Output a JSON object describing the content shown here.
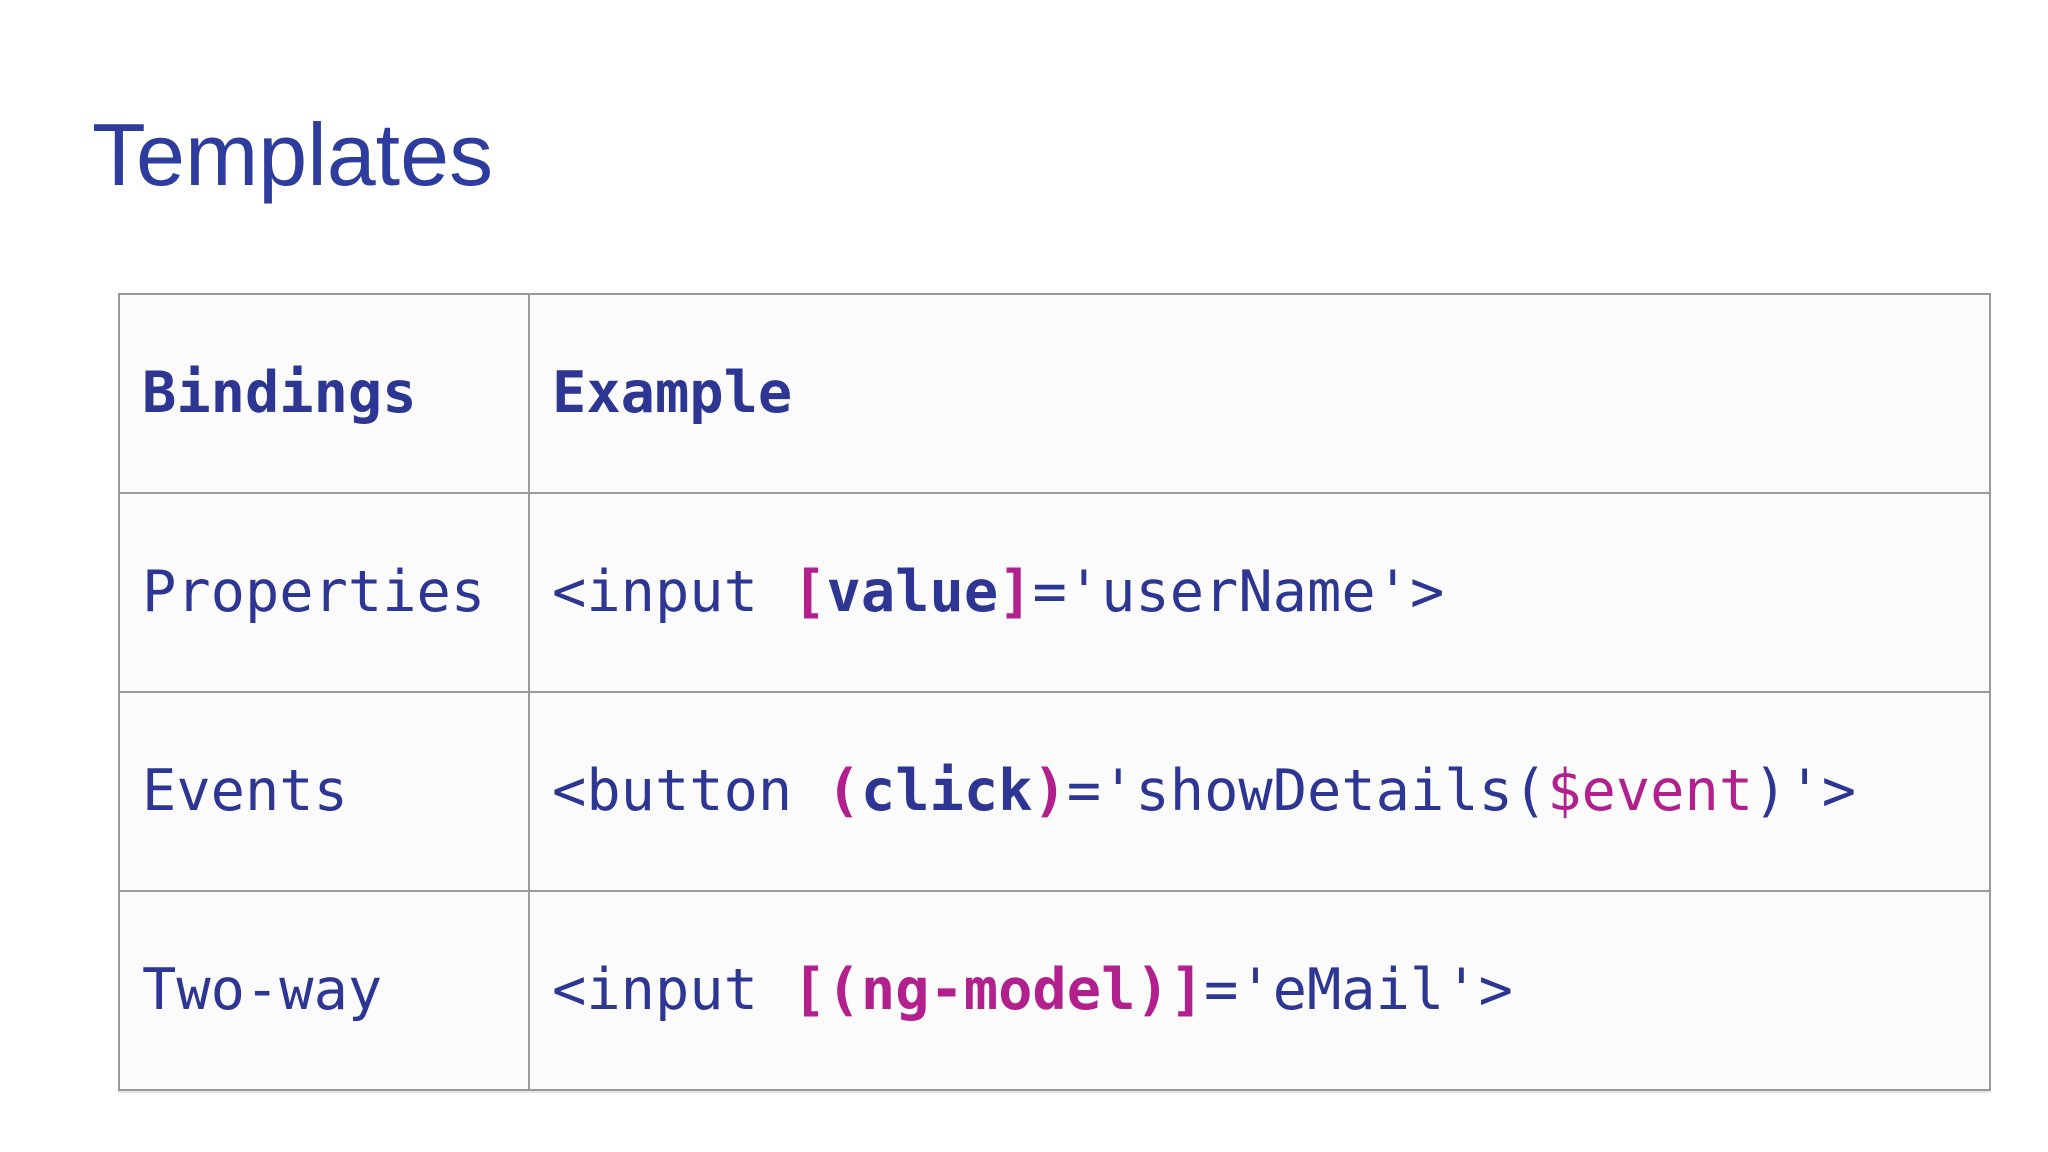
{
  "title": "Templates",
  "palette": {
    "title_color": "#2e3c9e",
    "code_navy": "#2d3692",
    "code_magenta": "#b2208e",
    "table_border": "#999999",
    "cell_background": "#fcfbfb",
    "page_background": "#ffffff"
  },
  "table": {
    "headers": [
      "Bindings",
      "Example"
    ],
    "rows": [
      {
        "binding": "Properties",
        "example": [
          {
            "text": "<input ",
            "color": "navy",
            "bold": false
          },
          {
            "text": "[",
            "color": "magenta",
            "bold": true
          },
          {
            "text": "value",
            "color": "navy",
            "bold": true
          },
          {
            "text": "]",
            "color": "magenta",
            "bold": true
          },
          {
            "text": "='userName'>",
            "color": "navy",
            "bold": false
          }
        ]
      },
      {
        "binding": "Events",
        "example": [
          {
            "text": "<button ",
            "color": "navy",
            "bold": false
          },
          {
            "text": "(",
            "color": "magenta",
            "bold": true
          },
          {
            "text": "click",
            "color": "navy",
            "bold": true
          },
          {
            "text": ")",
            "color": "magenta",
            "bold": true
          },
          {
            "text": "='showDetails(",
            "color": "navy",
            "bold": false
          },
          {
            "text": "$event",
            "color": "magenta",
            "bold": false
          },
          {
            "text": ")'>",
            "color": "navy",
            "bold": false
          }
        ]
      },
      {
        "binding": "Two-way",
        "example": [
          {
            "text": "<input ",
            "color": "navy",
            "bold": false
          },
          {
            "text": "[(ng-model)]",
            "color": "magenta",
            "bold": true
          },
          {
            "text": "='eMail'>",
            "color": "navy",
            "bold": false
          }
        ]
      }
    ]
  }
}
